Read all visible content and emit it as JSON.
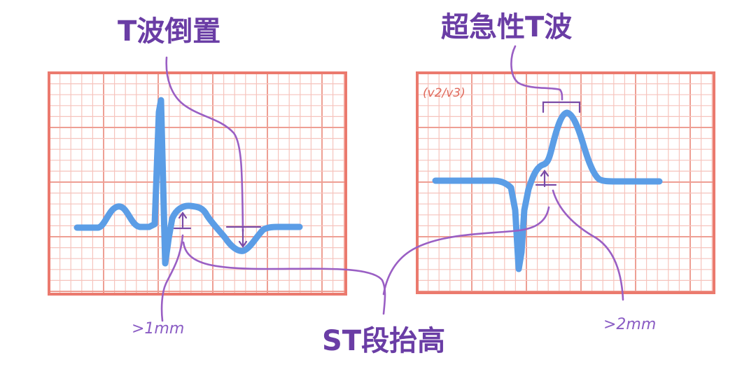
{
  "labels": {
    "t_inversion": "T波倒置",
    "hyperacute_t": "超急性T波",
    "st_elevation": "ST段抬高",
    "gt_1mm": ">1mm",
    "gt_2mm": ">2mm",
    "lead": "(v2/v3)"
  },
  "colors": {
    "label": "#6a3da5",
    "leader": "#9a5fc4",
    "ecg_trace": "#5b9de6",
    "grid_frame": "#eb7a6e",
    "grid_minor": "#f6c4bd",
    "grid_major": "#ee9f94"
  }
}
